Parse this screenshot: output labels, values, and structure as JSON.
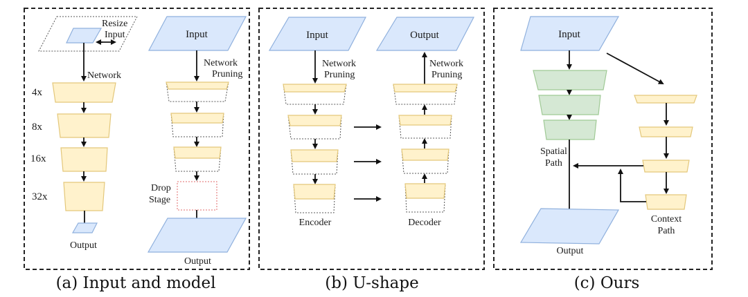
{
  "panels": {
    "a": {
      "caption": "(a) Input and model",
      "resize_label_1": "Resize",
      "resize_label_2": "Input",
      "network_label": "Network",
      "scales": [
        "4x",
        "8x",
        "16x",
        "32x"
      ],
      "left_output": "Output",
      "right_input": "Input",
      "pruning_label_1": "Network",
      "pruning_label_2": "Pruning",
      "drop_label_1": "Drop",
      "drop_label_2": "Stage",
      "right_output": "Output"
    },
    "b": {
      "caption": "(b) U-shape",
      "input": "Input",
      "output": "Output",
      "enc_pruning_1": "Network",
      "enc_pruning_2": "Pruning",
      "dec_pruning_1": "Network",
      "dec_pruning_2": "Pruning",
      "encoder": "Encoder",
      "decoder": "Decoder"
    },
    "c": {
      "caption": "(c) Ours",
      "input": "Input",
      "spatial_1": "Spatial",
      "spatial_2": "Path",
      "context_1": "Context",
      "context_2": "Path",
      "output": "Output"
    }
  },
  "colors": {
    "io_fill": "#dae8fc",
    "stage_fill": "#fff2cc",
    "spatial_fill": "#d5e8d4",
    "drop_stroke": "#e06a6a"
  }
}
